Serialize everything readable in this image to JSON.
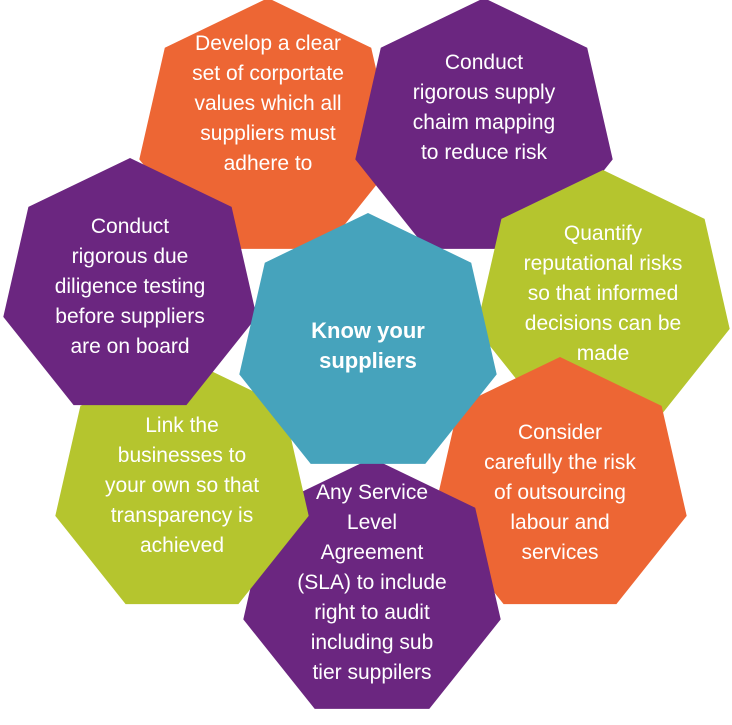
{
  "colors": {
    "orange": "#ED6634",
    "purple": "#6B2680",
    "lime": "#B5C52E",
    "teal": "#46A3BC"
  },
  "center": {
    "lines": [
      "Know your",
      "suppliers"
    ],
    "color": "teal"
  },
  "petals": [
    {
      "id": "corporate-values",
      "color": "orange",
      "lines": [
        "Develop a clear",
        "set of corportate",
        "values which all",
        "suppliers must",
        "adhere to"
      ]
    },
    {
      "id": "supply-chain-mapping",
      "color": "purple",
      "lines": [
        "Conduct",
        "rigorous supply",
        "chaim mapping",
        "to reduce risk"
      ]
    },
    {
      "id": "reputational-risks",
      "color": "lime",
      "lines": [
        "Quantify",
        "reputational risks",
        "so that informed",
        "decisions can be",
        "made"
      ]
    },
    {
      "id": "outsourcing-risk",
      "color": "orange",
      "lines": [
        "Consider",
        "carefully the risk",
        "of outsourcing",
        "labour and",
        "services"
      ]
    },
    {
      "id": "sla-right-to-audit",
      "color": "purple",
      "lines": [
        "Any Service",
        "Level",
        "Agreement",
        "(SLA) to include",
        "right to audit",
        "including sub",
        "tier suppilers"
      ]
    },
    {
      "id": "link-businesses",
      "color": "lime",
      "lines": [
        "Link the",
        "businesses to",
        "your own so that",
        "transparency is",
        "achieved"
      ]
    },
    {
      "id": "due-diligence",
      "color": "purple",
      "lines": [
        "Conduct",
        "rigorous due",
        "diligence testing",
        "before suppliers",
        "are on board"
      ]
    }
  ]
}
